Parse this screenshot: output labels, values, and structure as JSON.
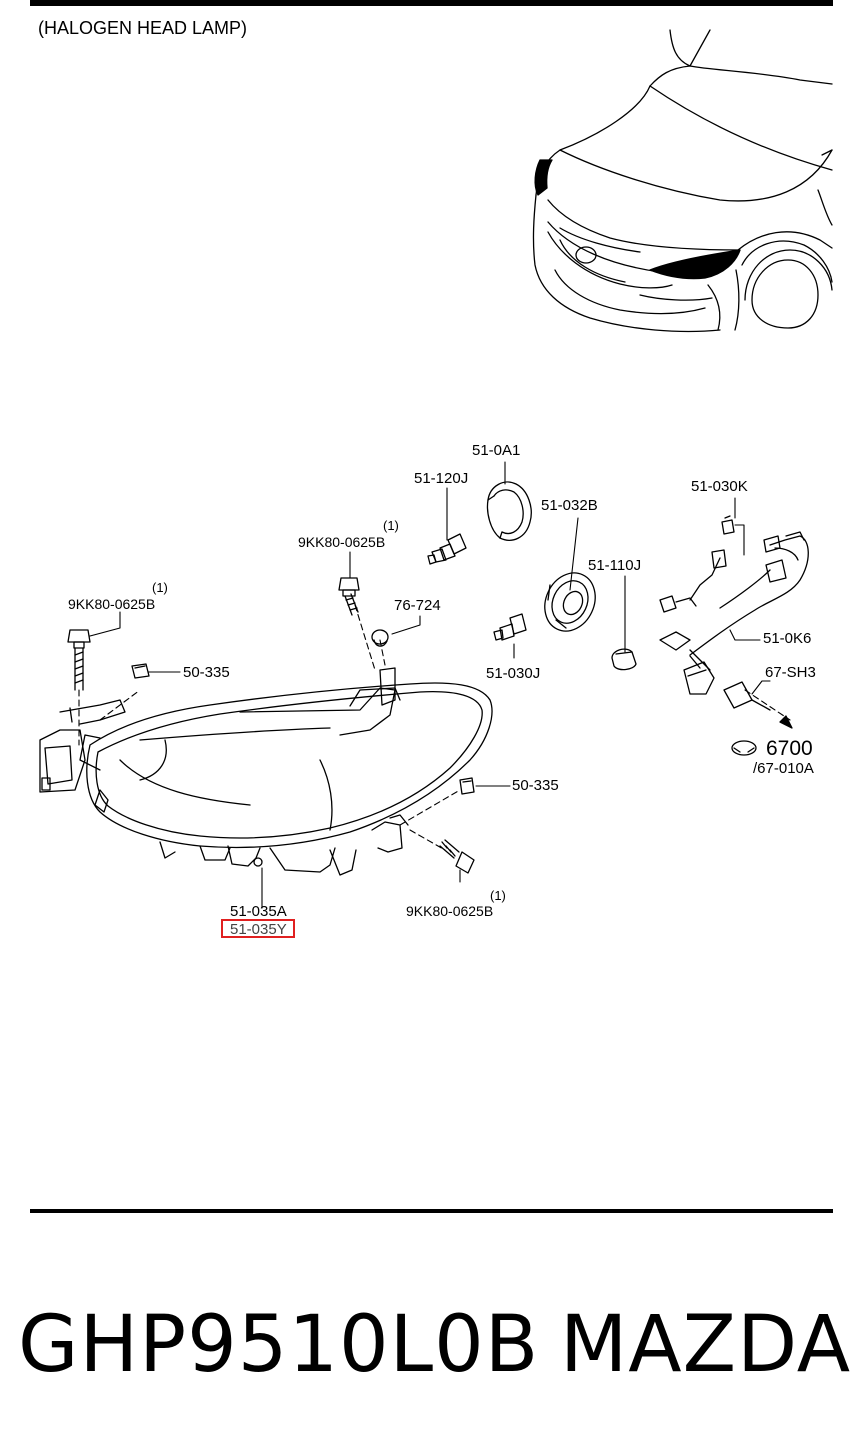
{
  "diagram": {
    "title": "(HALOGEN HEAD LAMP)",
    "labels": {
      "part_51_0A1": "51-0A1",
      "part_51_120J": "51-120J",
      "part_51_032B": "51-032B",
      "part_51_030K": "51-030K",
      "bolt_top": "9KK80-0625B",
      "bolt_top_qty": "(1)",
      "part_51_110J": "51-110J",
      "bolt_left": "9KK80-0625B",
      "bolt_left_qty": "(1)",
      "part_76_724": "76-724",
      "part_51_0K6": "51-0K6",
      "nut_left": "50-335",
      "part_51_030J": "51-030J",
      "part_67_SH3": "67-SH3",
      "ref_6700": "6700",
      "ref_67_010A": "/67-010A",
      "nut_right": "50-335",
      "bolt_bottom_qty": "(1)",
      "bolt_bottom": "9KK80-0625B",
      "part_51_035A": "51-035A",
      "part_51_035Y": "51-035Y"
    },
    "highlight_color": "#e02020"
  },
  "footer": {
    "part_number": "GHP9510L0B",
    "brand": "MAZDA"
  }
}
